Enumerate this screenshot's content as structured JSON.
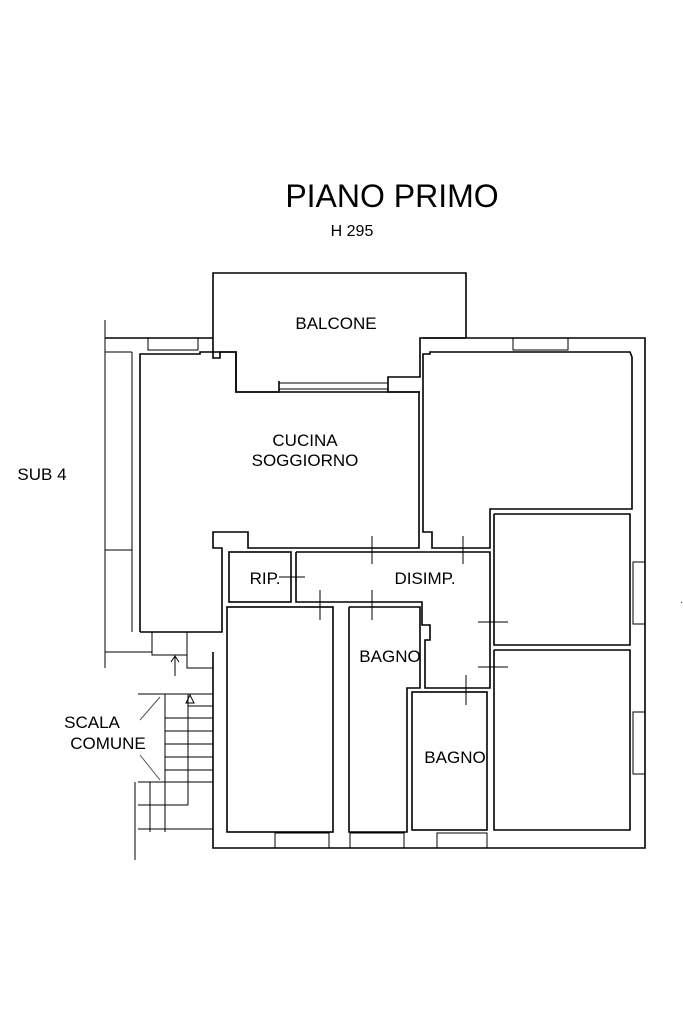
{
  "title": "PIANO PRIMO",
  "height_label": "H 295",
  "neighbor_label": "SUB 4",
  "rooms": {
    "balcone": "BALCONE",
    "cucina_line1": "CUCINA",
    "cucina_line2": "SOGGIORNO",
    "rip": "RIP.",
    "disimp": "DISIMP.",
    "bagno_1": "BAGNO",
    "bagno_2": "BAGNO"
  },
  "stairs": {
    "line1": "SCALA",
    "line2": "COMUNE"
  }
}
